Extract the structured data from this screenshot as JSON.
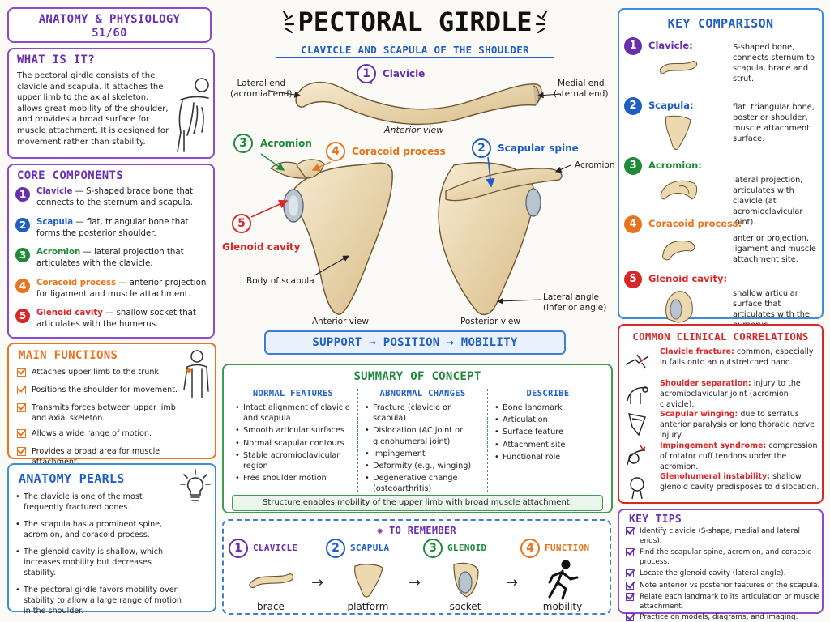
{
  "header_box": {
    "title": "ANATOMY & PHYSIOLOGY",
    "page": "51/60"
  },
  "main": {
    "title": "PECTORAL GIRDLE",
    "subtitle": "CLAVICLE AND SCAPULA OF THE SHOULDER"
  },
  "what": {
    "title": "WHAT IS IT?",
    "text": "The pectoral girdle consists of the clavicle and scapula. It attaches the upper limb to the axial skeleton, allows great mobility of the shoulder, and provides a broad surface for muscle attachment. It is designed for movement rather than stability."
  },
  "core": {
    "title": "CORE COMPONENTS",
    "items": [
      {
        "n": "1",
        "name": "Clavicle",
        "desc": " — S-shaped brace bone that connects to the sternum and scapula."
      },
      {
        "n": "2",
        "name": "Scapula",
        "desc": " — flat, triangular bone that forms the posterior shoulder."
      },
      {
        "n": "3",
        "name": "Acromion",
        "desc": " — lateral projection that articulates with the clavicle."
      },
      {
        "n": "4",
        "name": "Coracoid process",
        "desc": " — anterior projection for ligament and muscle attachment."
      },
      {
        "n": "5",
        "name": "Glenoid cavity",
        "desc": " — shallow socket that articulates with the humerus."
      }
    ]
  },
  "functions": {
    "title": "MAIN FUNCTIONS",
    "items": [
      "Attaches upper limb to the trunk.",
      "Positions the shoulder for movement.",
      "Transmits forces between upper limb and axial skeleton.",
      "Allows a wide range of motion.",
      "Provides a broad area for muscle attachment."
    ]
  },
  "pearls": {
    "title": "ANATOMY PEARLS",
    "items": [
      "The clavicle is one of the most frequently fractured bones.",
      "The scapula has a prominent spine, acromion, and coracoid process.",
      "The glenoid cavity is shallow, which increases mobility but decreases stability.",
      "The pectoral girdle favors mobility over stability to allow a large range of motion in the shoulder."
    ]
  },
  "diagram": {
    "clavicle_num": "1",
    "clavicle_label": "Clavicle",
    "lateral_end": "Lateral end\n(acromial end)",
    "medial_end": "Medial end\n(sternal end)",
    "anterior_view_top": "Anterior view",
    "acromion_num": "3",
    "acromion_label": "Acromion",
    "coracoid_num": "4",
    "coracoid_label": "Coracoid process",
    "glenoid_num": "5",
    "glenoid_label": "Glenoid cavity",
    "body_label": "Body of scapula",
    "anterior_view": "Anterior view",
    "spine_num": "2",
    "spine_label": "Scapular spine",
    "acromion_right": "Acromion",
    "lateral_angle": "Lateral angle\n(inferior angle)",
    "posterior_view": "Posterior view"
  },
  "flow": {
    "text": "SUPPORT → POSITION → MOBILITY"
  },
  "summary": {
    "title": "SUMMARY OF CONCEPT",
    "cols": [
      {
        "title": "NORMAL FEATURES",
        "items": [
          "Intact alignment of clavicle and scapula",
          "Smooth articular surfaces",
          "Normal scapular contours",
          "Stable acromioclavicular region",
          "Free shoulder motion"
        ]
      },
      {
        "title": "ABNORMAL CHANGES",
        "items": [
          "Fracture (clavicle or scapula)",
          "Dislocation (AC joint or glenohumeral joint)",
          "Impingement",
          "Deformity (e.g., winging)",
          "Degenerative change (osteoarthritis)"
        ]
      },
      {
        "title": "DESCRIBE",
        "items": [
          "Bone landmark",
          "Articulation",
          "Surface feature",
          "Attachment site",
          "Functional role"
        ]
      }
    ],
    "footer": "Structure enables mobility of the upper limb with broad muscle attachment."
  },
  "remember": {
    "title": "TO REMEMBER",
    "items": [
      {
        "n": "1",
        "name": "CLAVICLE",
        "caption": "brace"
      },
      {
        "n": "2",
        "name": "SCAPULA",
        "caption": "platform"
      },
      {
        "n": "3",
        "name": "GLENOID",
        "caption": "socket"
      },
      {
        "n": "4",
        "name": "FUNCTION",
        "caption": "mobility"
      }
    ]
  },
  "comparison": {
    "title": "KEY COMPARISON",
    "items": [
      {
        "n": "1",
        "name": "Clavicle:",
        "desc": "S-shaped bone, connects sternum to scapula, brace and strut."
      },
      {
        "n": "2",
        "name": "Scapula:",
        "desc": "flat, triangular bone, posterior shoulder, muscle attachment surface."
      },
      {
        "n": "3",
        "name": "Acromion:",
        "desc": "lateral projection, articulates with clavicle (at acromioclavicular joint)."
      },
      {
        "n": "4",
        "name": "Coracoid process:",
        "desc": "anterior projection, ligament and muscle attachment site."
      },
      {
        "n": "5",
        "name": "Glenoid cavity:",
        "desc": "shallow articular surface that articulates with the humerus."
      }
    ]
  },
  "clinical": {
    "title": "COMMON CLINICAL CORRELATIONS",
    "items": [
      {
        "name": "Clavicle fracture:",
        "desc": " common, especially in falls onto an outstretched hand."
      },
      {
        "name": "Shoulder separation:",
        "desc": " injury to the acromioclavicular joint (acromion–clavicle)."
      },
      {
        "name": "Scapular winging:",
        "desc": " due to serratus anterior paralysis or long thoracic nerve injury."
      },
      {
        "name": "Impingement syndrome:",
        "desc": " compression of rotator cuff tendons under the acromion."
      },
      {
        "name": "Glenohumeral instability:",
        "desc": " shallow glenoid cavity predisposes to dislocation."
      }
    ]
  },
  "tips": {
    "title": "KEY TIPS",
    "items": [
      "Identify clavicle (S-shape, medial and lateral ends).",
      "Find the scapular spine, acromion, and coracoid process.",
      "Locate the glenoid cavity (lateral angle).",
      "Note anterior vs posterior features of the scapula.",
      "Relate each landmark to its articulation or muscle attachment.",
      "Practice on models, diagrams, and imaging."
    ]
  },
  "colors": {
    "purple": "#6a2fb0",
    "blue": "#1f5fc4",
    "green": "#1f8a3a",
    "orange": "#e8741f",
    "red": "#d62828",
    "bone": "#ecd9b0"
  }
}
